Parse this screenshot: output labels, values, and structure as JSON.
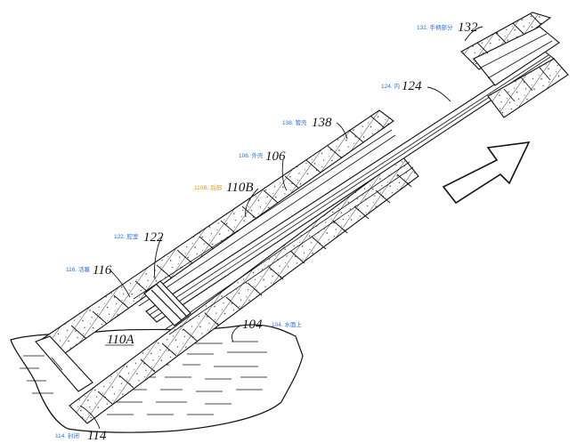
{
  "colors": {
    "ink": "#111111",
    "annotation_blue": "#2a6fd6",
    "annotation_orange": "#e8951c"
  },
  "labels": {
    "handle": {
      "annotation": "132. 手柄部分",
      "number": "132"
    },
    "inner": {
      "annotation": "124. 内",
      "number": "124"
    },
    "sleeve": {
      "annotation": "138. 管壳",
      "number": "138"
    },
    "outer": {
      "annotation": "106. 外壳",
      "number": "106"
    },
    "rear": {
      "annotation": "110B. 后部",
      "number": "110B"
    },
    "chamber": {
      "annotation": "122. 腔室",
      "number": "122"
    },
    "piston": {
      "annotation": "116. 活塞",
      "number": "116"
    },
    "region": {
      "number": "110A"
    },
    "water_surface": {
      "annotation": "104. 水面上",
      "number": "104"
    },
    "seal": {
      "annotation": "114. 封闭",
      "number": "114"
    }
  },
  "icons": {
    "direction": "arrow-up-right-icon"
  }
}
